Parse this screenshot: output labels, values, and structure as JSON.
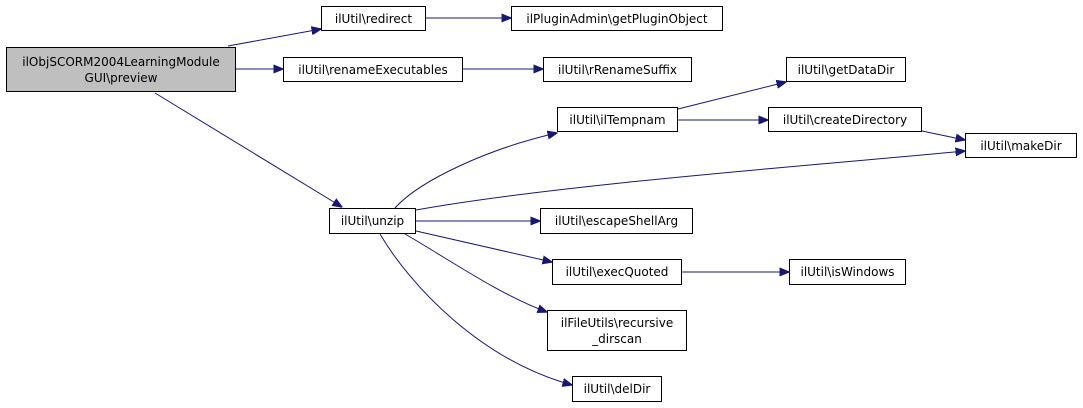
{
  "graph": {
    "edge_color": "#191970",
    "root_fill": "#bfbfbf",
    "node_fill": "#ffffff",
    "nodes": {
      "root": "ilObjSCORM2004LearningModule\nGUI\\preview",
      "redirect": "ilUtil\\redirect",
      "getPluginObject": "ilPluginAdmin\\getPluginObject",
      "renameExecutables": "ilUtil\\renameExecutables",
      "rRenameSuffix": "ilUtil\\rRenameSuffix",
      "getDataDir": "ilUtil\\getDataDir",
      "ilTempnam": "ilUtil\\ilTempnam",
      "createDirectory": "ilUtil\\createDirectory",
      "makeDir": "ilUtil\\makeDir",
      "unzip": "ilUtil\\unzip",
      "escapeShellArg": "ilUtil\\escapeShellArg",
      "execQuoted": "ilUtil\\execQuoted",
      "isWindows": "ilUtil\\isWindows",
      "recursive_dirscan": "ilFileUtils\\recursive\n_dirscan",
      "delDir": "ilUtil\\delDir"
    },
    "edges": [
      [
        "root",
        "redirect"
      ],
      [
        "redirect",
        "getPluginObject"
      ],
      [
        "root",
        "renameExecutables"
      ],
      [
        "renameExecutables",
        "rRenameSuffix"
      ],
      [
        "root",
        "unzip"
      ],
      [
        "unzip",
        "ilTempnam"
      ],
      [
        "ilTempnam",
        "getDataDir"
      ],
      [
        "ilTempnam",
        "createDirectory"
      ],
      [
        "createDirectory",
        "makeDir"
      ],
      [
        "unzip",
        "makeDir"
      ],
      [
        "unzip",
        "escapeShellArg"
      ],
      [
        "unzip",
        "execQuoted"
      ],
      [
        "execQuoted",
        "isWindows"
      ],
      [
        "unzip",
        "recursive_dirscan"
      ],
      [
        "unzip",
        "delDir"
      ]
    ]
  }
}
